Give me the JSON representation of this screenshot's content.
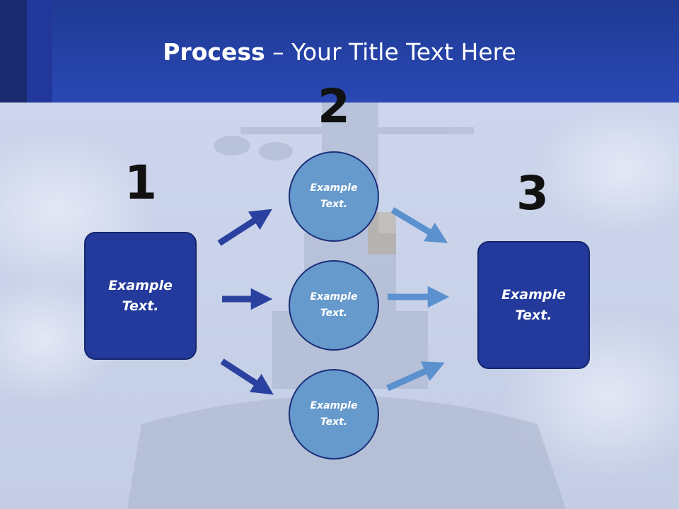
{
  "slide": {
    "title_bold": "Process",
    "title_rest": " – Your Title Text Here",
    "colors": {
      "header": "#2a48b5",
      "box_fill": "#233a9c",
      "circle_fill": "#6699cc",
      "arrow_dark": "#2b41a0",
      "arrow_light": "#5b91cf",
      "background": "#c9d3e8"
    }
  },
  "diagram": {
    "labels": {
      "one": "1",
      "two": "2",
      "three": "3"
    },
    "left_box": {
      "text": "Example\nText."
    },
    "right_box": {
      "text": "Example\nText."
    },
    "circles": [
      {
        "text": "Example\nText."
      },
      {
        "text": "Example\nText."
      },
      {
        "text": "Example\nText."
      }
    ]
  }
}
